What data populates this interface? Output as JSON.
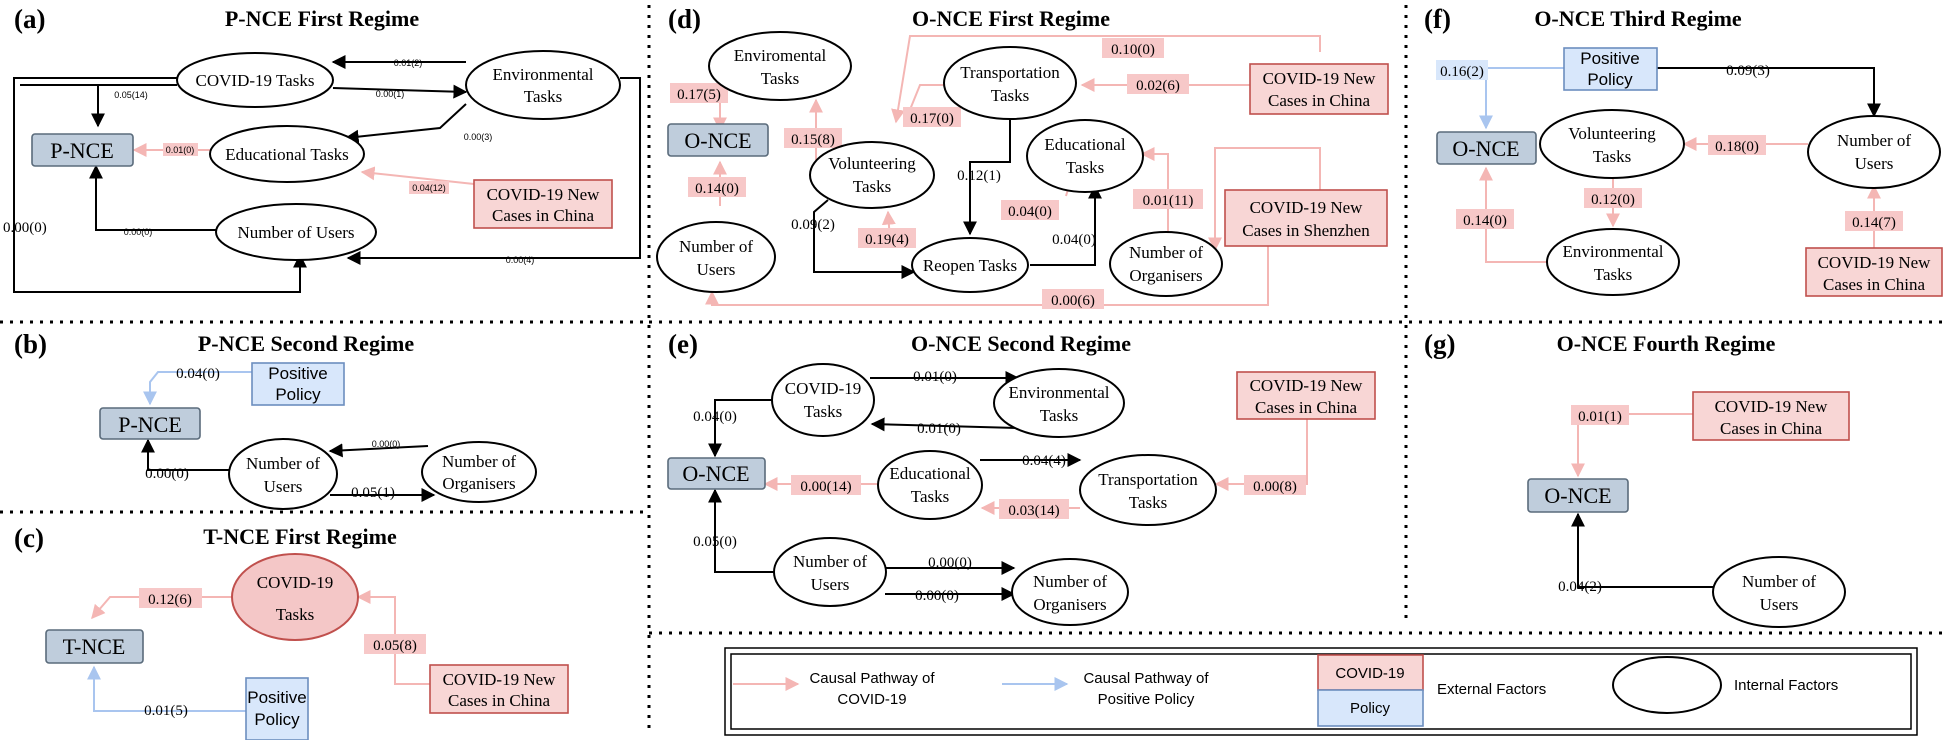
{
  "panels": {
    "a": {
      "letter": "(a)",
      "title": "P-NCE First Regime"
    },
    "b": {
      "letter": "(b)",
      "title": "P-NCE Second Regime"
    },
    "c": {
      "letter": "(c)",
      "title": "T-NCE First Regime"
    },
    "d": {
      "letter": "(d)",
      "title": "O-NCE First Regime"
    },
    "e": {
      "letter": "(e)",
      "title": "O-NCE Second Regime"
    },
    "f": {
      "letter": "(f)",
      "title": "O-NCE Third Regime"
    },
    "g": {
      "letter": "(g)",
      "title": "O-NCE Fourth Regime"
    }
  },
  "nodes": {
    "pnce": "P-NCE",
    "once": "O-NCE",
    "tnce": "T-NCE",
    "covid_tasks": "COVID-19 Tasks",
    "covid19": "COVID-19",
    "tasks": "Tasks",
    "environmental": "Environmental",
    "envir_typo": "Enviromental",
    "educational": "Educational",
    "educational_tasks": "Educational Tasks",
    "number_of": "Number of",
    "users": "Users",
    "number_of_users": "Number of Users",
    "organisers": "Organisers",
    "volunteering": "Volunteering",
    "transportation": "Transportation",
    "reopen_tasks": "Reopen Tasks",
    "covid_new": "COVID-19 New",
    "cases_china": "Cases in China",
    "cases_shenzhen": "Cases in Shenzhen",
    "positive": "Positive",
    "policy": "Policy"
  },
  "edges": {
    "a": [
      "0.01(2)",
      "0.05(14)",
      "0.00(1)",
      "0.01(0)",
      "0.00(3)",
      "0.04(12)",
      "0.00(0)",
      "0.00(0)",
      "0.00(4)"
    ],
    "b": [
      "0.04(0)",
      "0.00(0)",
      "0.00(0)",
      "0.05(1)"
    ],
    "c": [
      "0.12(6)",
      "0.05(8)",
      "0.01(5)"
    ],
    "d": [
      "0.10(0)",
      "0.17(5)",
      "0.02(6)",
      "0.17(0)",
      "0.15(8)",
      "0.14(0)",
      "0.12(1)",
      "0.04(0)",
      "0.09(2)",
      "0.19(4)",
      "0.04(0)",
      "0.01(11)",
      "0.00(6)"
    ],
    "e": [
      "0.01(0)",
      "0.04(0)",
      "0.01(0)",
      "0.04(4)",
      "0.00(14)",
      "0.03(14)",
      "0.00(8)",
      "0.05(0)",
      "0.00(0)",
      "0.00(0)"
    ],
    "f": [
      "0.16(2)",
      "0.09(3)",
      "0.18(0)",
      "0.12(0)",
      "0.14(0)",
      "0.14(7)"
    ],
    "g": [
      "0.01(1)",
      "0.04(2)"
    ]
  },
  "legend": {
    "covid_path_1": "Causal Pathway of",
    "covid_path_2": "COVID-19",
    "policy_path_1": "Causal Pathway of",
    "policy_path_2": "Positive Policy",
    "covid_box": "COVID-19",
    "policy_box": "Policy",
    "external": "External Factors",
    "internal": "Internal Factors"
  },
  "colors": {
    "covid_path": "#f4b6b4",
    "policy_path": "#a9c5ef",
    "covid_fill": "#f8d6d5",
    "policy_fill": "#d8e7fb",
    "nce_fill": "#bfcddc"
  }
}
